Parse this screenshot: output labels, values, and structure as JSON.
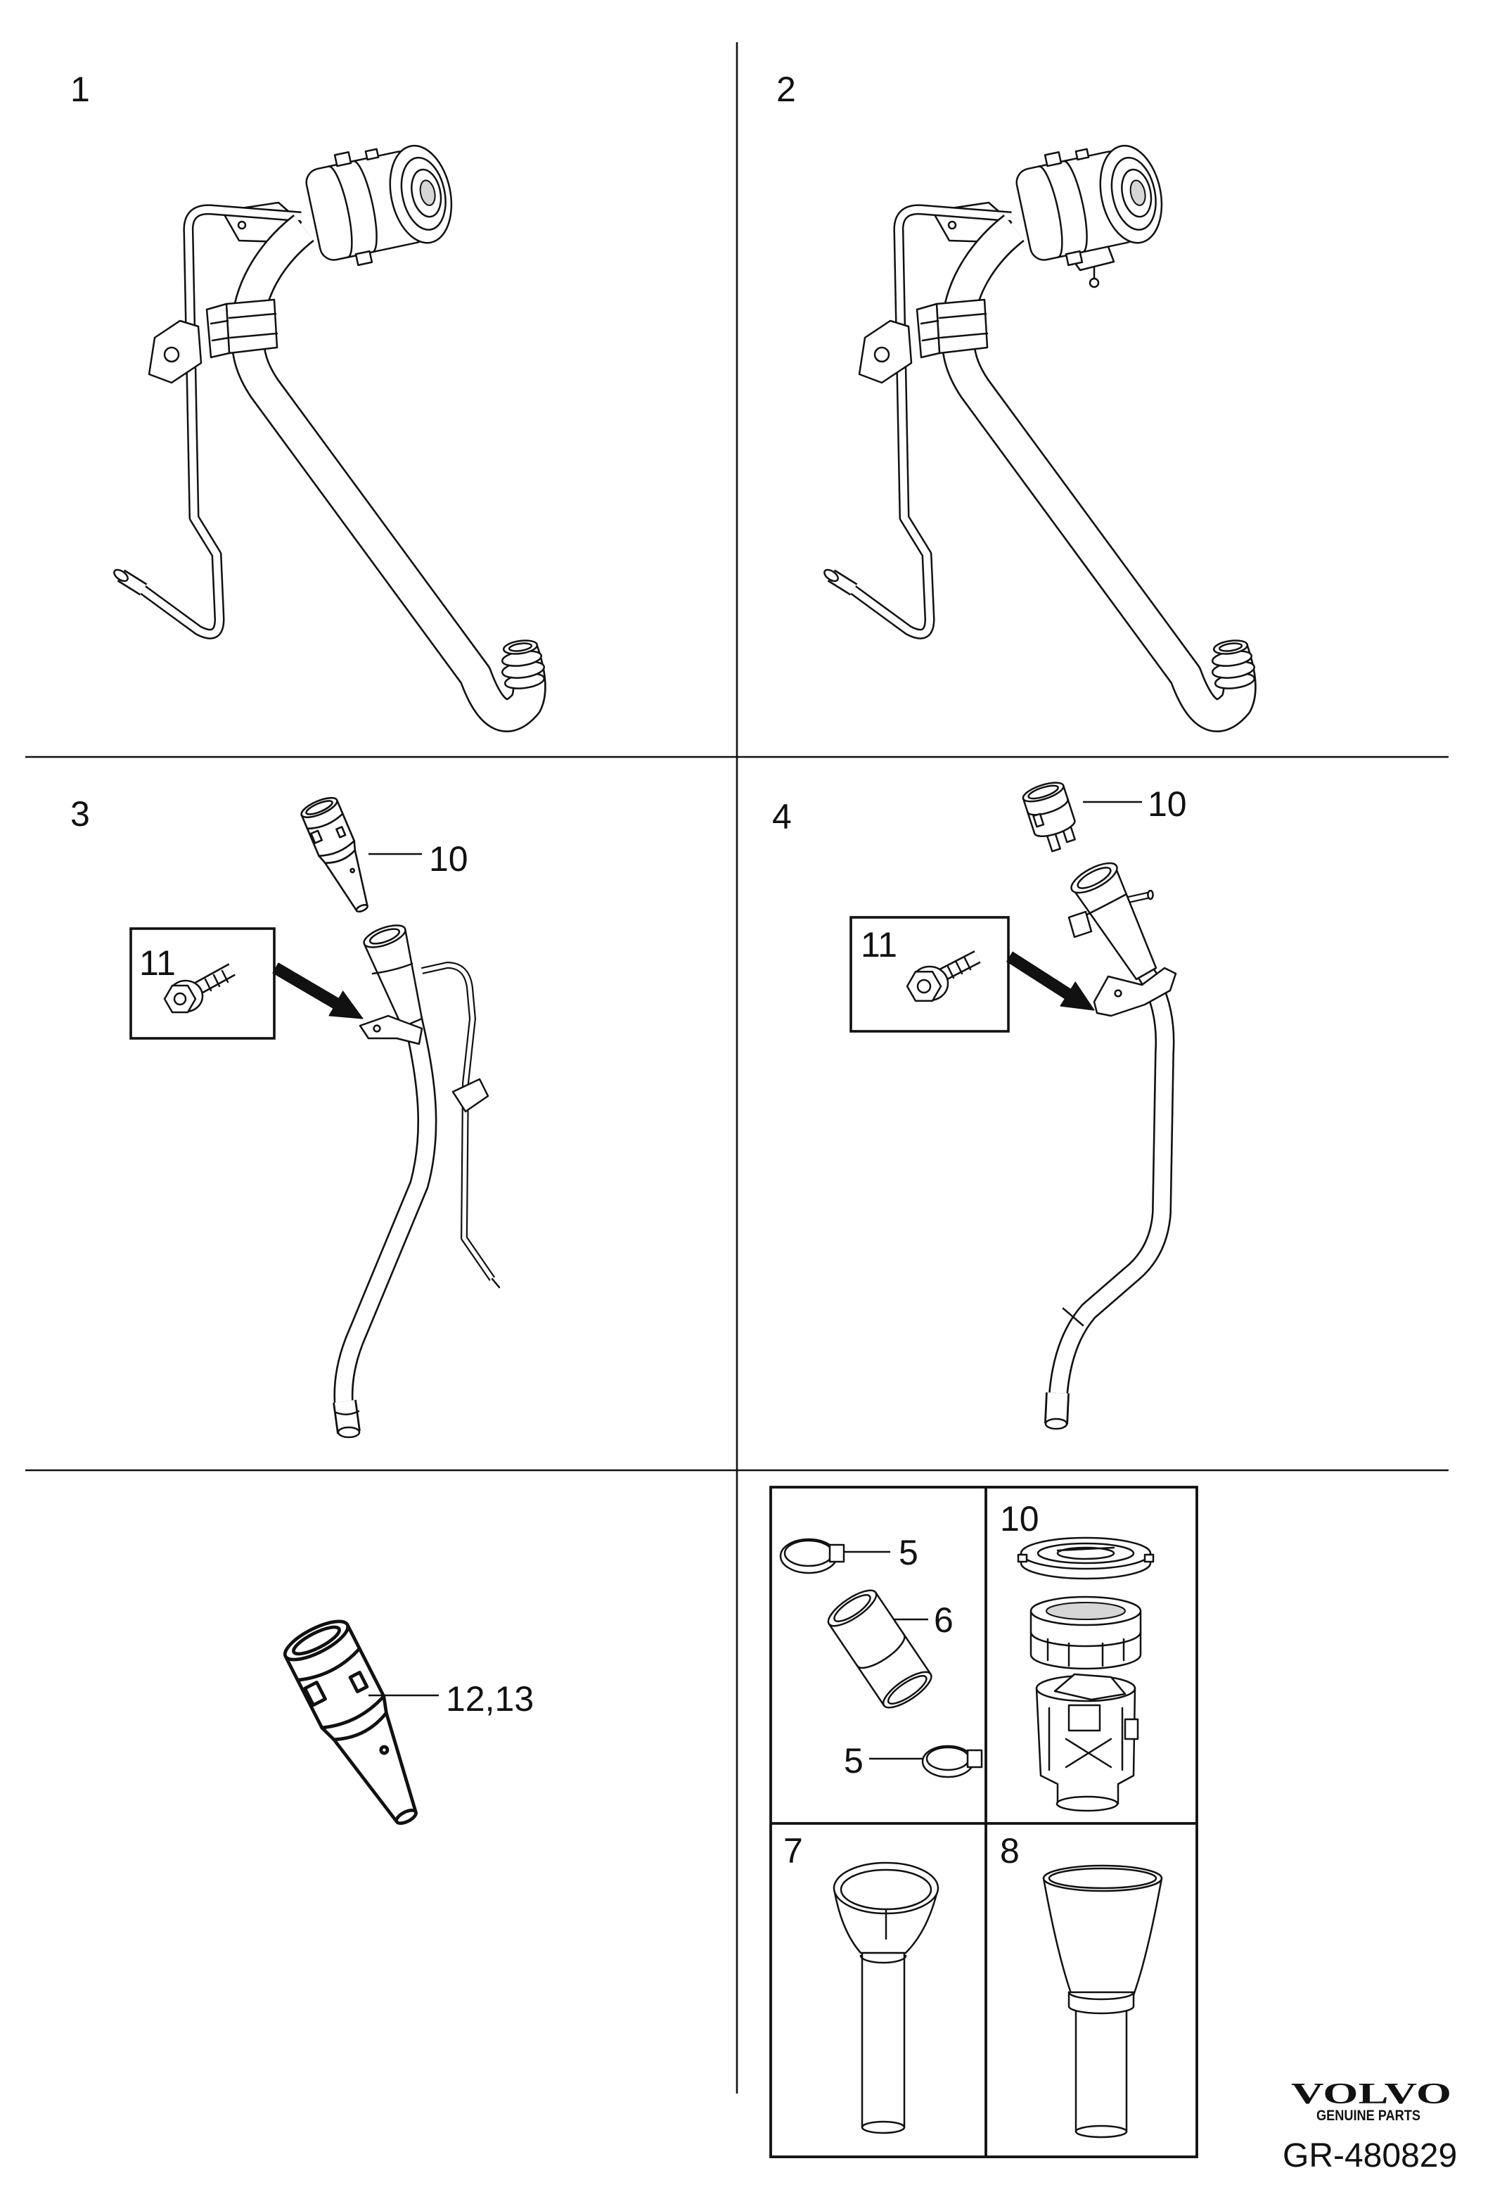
{
  "panels": {
    "p1": {
      "number": "1"
    },
    "p2": {
      "number": "2"
    },
    "p3": {
      "number": "3",
      "callout_insert": "10",
      "callout_bolt": "11"
    },
    "p4": {
      "number": "4",
      "callout_insert": "10",
      "callout_bolt": "11"
    },
    "p5": {
      "callout_insert": "12,13"
    }
  },
  "parts_grid": {
    "hose_kit": {
      "clamp_top": "5",
      "hose": "6",
      "clamp_bottom": "5"
    },
    "cap_assembly": {
      "number": "10"
    },
    "funnel_a": {
      "number": "7"
    },
    "funnel_b": {
      "number": "8"
    }
  },
  "brand": {
    "logo": "VOLVO",
    "tagline": "GENUINE PARTS"
  },
  "reference": "GR-480829"
}
